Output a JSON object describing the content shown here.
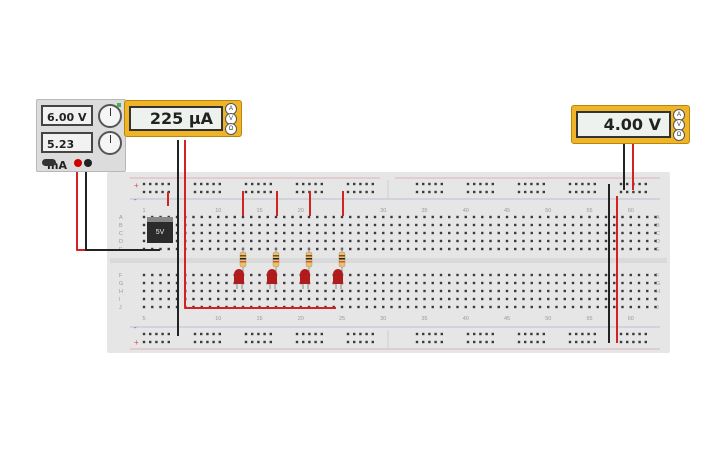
{
  "power_supply": {
    "voltage": "6.00 V",
    "current": "5.23 mA",
    "colors": {
      "body": "#dcdcdc",
      "positive": "#cc0000",
      "negative": "#222222"
    }
  },
  "ammeter": {
    "reading": "225 µA",
    "buttons": [
      "A",
      "V",
      "Ω"
    ]
  },
  "voltmeter": {
    "reading": "4.00 V",
    "buttons": [
      "A",
      "V",
      "Ω"
    ]
  },
  "regulator": {
    "label": "5V"
  },
  "breadboard": {
    "column_labels_top": [
      "1",
      "10",
      "15",
      "20",
      "30",
      "35",
      "40",
      "45",
      "50",
      "55",
      "60"
    ],
    "column_labels_bottom": [
      "5",
      "10",
      "15",
      "20",
      "25",
      "30",
      "35",
      "40",
      "45",
      "50",
      "55",
      "60"
    ],
    "row_labels_left_top": [
      "A",
      "B",
      "C",
      "D",
      "E"
    ],
    "row_labels_left_bottom": [
      "F",
      "G",
      "H",
      "I",
      "J"
    ],
    "rail_plus": "+",
    "rail_minus": "-"
  },
  "components": {
    "led_count": 4,
    "resistor_count": 4,
    "colors": {
      "led": "#b01c1c",
      "wire_red": "#d32222",
      "wire_black": "#222222",
      "meter_body": "#f0b429"
    }
  }
}
